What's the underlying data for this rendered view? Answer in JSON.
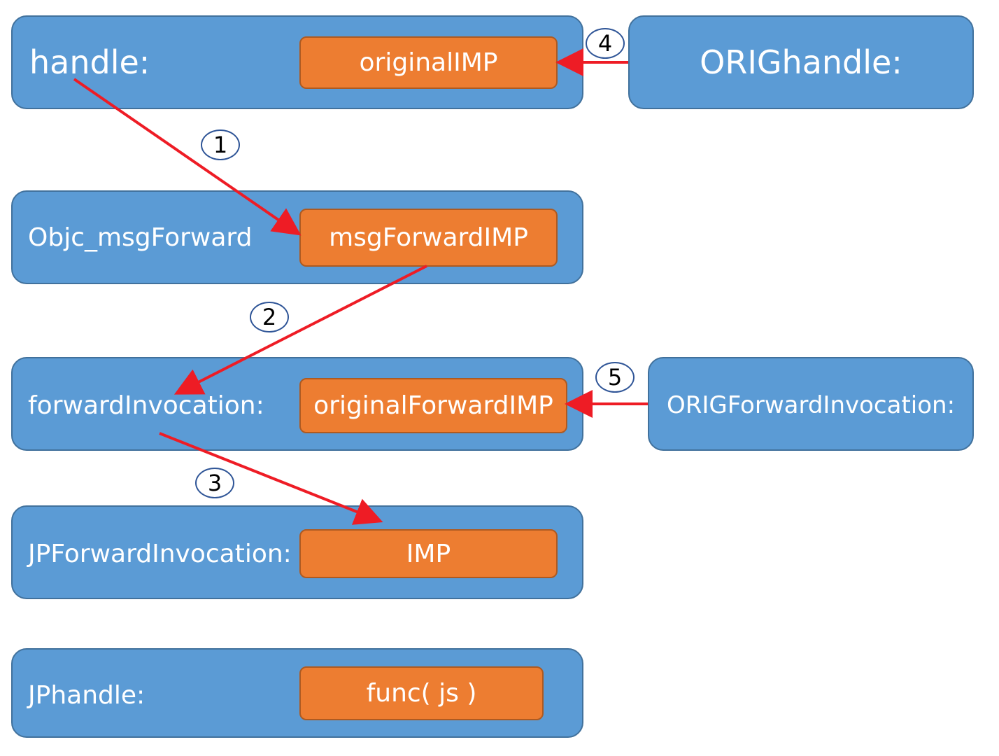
{
  "rows": [
    {
      "label": "handle:",
      "inner": "originalIMP"
    },
    {
      "label": "Objc_msgForward",
      "inner": "msgForwardIMP"
    },
    {
      "label": "forwardInvocation:",
      "inner": "originalForwardIMP"
    },
    {
      "label": "JPForwardInvocation:",
      "inner": "IMP"
    },
    {
      "label": "JPhandle:",
      "inner": "func( js )"
    }
  ],
  "side_boxes": [
    {
      "label": "ORIGhandle:"
    },
    {
      "label": "ORIGForwardInvocation:"
    }
  ],
  "steps": [
    "1",
    "2",
    "3",
    "4",
    "5"
  ],
  "colors": {
    "box_fill": "#5b9bd5",
    "box_border": "#41719c",
    "inner_fill": "#ed7d31",
    "arrow": "#ee1c25"
  }
}
